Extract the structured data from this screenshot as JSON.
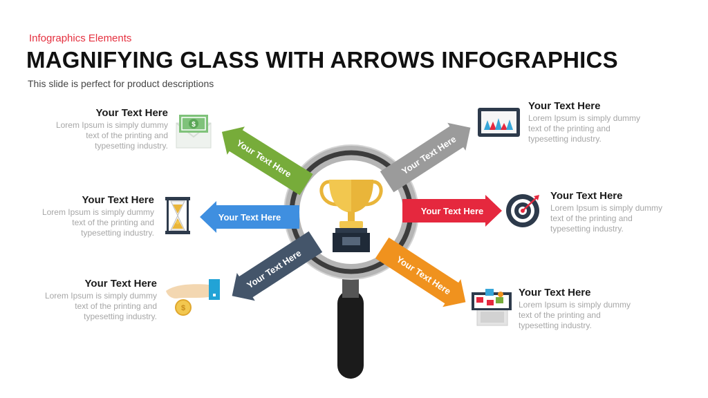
{
  "header": {
    "supertitle": "Infographics  Elements",
    "title": "MAGNIFYING GLASS WITH ARROWS INFOGRAPHICS",
    "subtitle": "This slide is perfect for product descriptions"
  },
  "center_icon": "trophy-icon",
  "arrows": [
    {
      "label": "Your Text Here",
      "color": "#77ac3a",
      "direction": "upper-left"
    },
    {
      "label": "Your Text Here",
      "color": "#3f8fe0",
      "direction": "left"
    },
    {
      "label": "Your Text Here",
      "color": "#44556a",
      "direction": "lower-left"
    },
    {
      "label": "Your Text Here",
      "color": "#9b9b9b",
      "direction": "upper-right"
    },
    {
      "label": "Your Text Here",
      "color": "#e5283e",
      "direction": "right"
    },
    {
      "label": "Your Text Here",
      "color": "#f0921e",
      "direction": "lower-right"
    }
  ],
  "blocks": [
    {
      "heading": "Your Text Here",
      "body": "Lorem Ipsum  is simply dummy text of the printing and typesetting industry.",
      "icon": "money-envelope-icon"
    },
    {
      "heading": "Your Text Here",
      "body": "Lorem Ipsum  is simply dummy text of the printing and typesetting industry.",
      "icon": "hourglass-icon"
    },
    {
      "heading": "Your Text Here",
      "body": "Lorem Ipsum  is simply dummy text of the printing and typesetting industry.",
      "icon": "hand-coin-icon"
    },
    {
      "heading": "Your Text Here",
      "body": "Lorem Ipsum  is simply dummy text of the printing and typesetting industry.",
      "icon": "tablet-chart-icon"
    },
    {
      "heading": "Your Text Here",
      "body": "Lorem Ipsum  is simply dummy text of the printing and typesetting industry.",
      "icon": "target-icon"
    },
    {
      "heading": "Your Text Here",
      "body": "Lorem Ipsum  is simply dummy text of the printing and typesetting industry.",
      "icon": "laptop-media-icon"
    }
  ]
}
